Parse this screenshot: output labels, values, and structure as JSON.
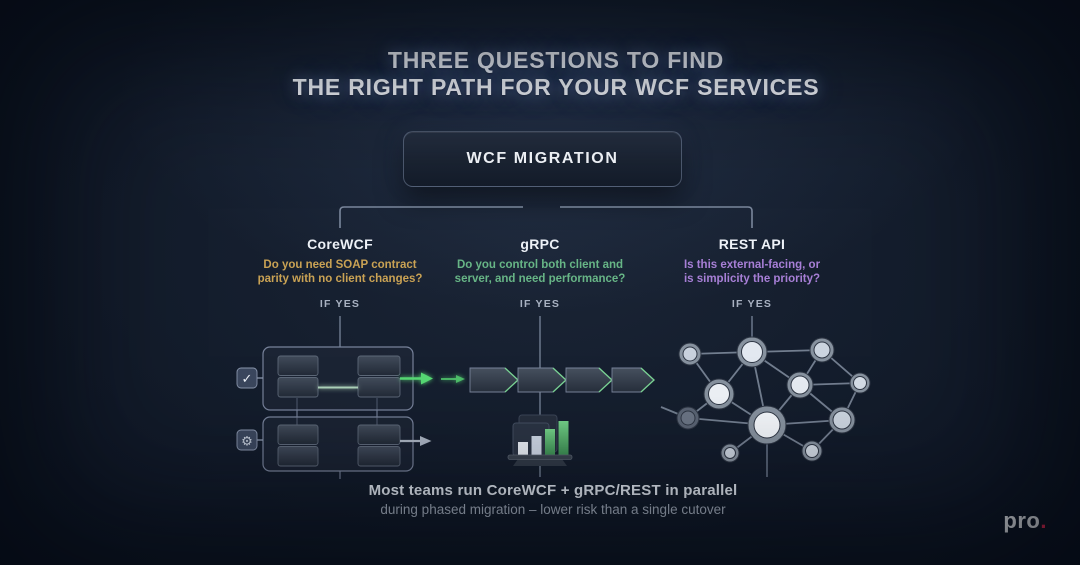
{
  "header": {
    "title_line1": "THREE QUESTIONS TO FIND",
    "title_line2": "THE RIGHT PATH FOR YOUR WCF SERVICES"
  },
  "root": {
    "label": "WCF MIGRATION"
  },
  "columns": [
    {
      "label": "CoreWCF",
      "question_line1": "Do you need SOAP contract",
      "question_line2": "parity with no client changes?",
      "condition": "IF YES",
      "accent_color": "#c9a254",
      "visual": "parallel-service-pipelines-diagram"
    },
    {
      "label": "gRPC",
      "question_line1": "Do you control both client and",
      "question_line2": "server, and need performance?",
      "condition": "IF YES",
      "accent_color": "#67b586",
      "visual": "chevron-pipeline-and-performance-chart"
    },
    {
      "label": "REST API",
      "question_line1": "Is this external-facing, or",
      "question_line2": "is simplicity the priority?",
      "condition": "IF YES",
      "accent_color": "#a77fd6",
      "visual": "network-graph"
    }
  ],
  "footer": {
    "line1": "Most teams run CoreWCF + gRPC/REST in parallel",
    "line2": "during phased migration – lower risk than a single cutover"
  },
  "brand": {
    "name": "pro",
    "dot": "."
  },
  "icons": {
    "check_glyph": "✓",
    "gear_glyph": "⚙"
  },
  "colors": {
    "background": "#121b2a",
    "accent_green": "#5fd478",
    "accent_amber": "#c9a254",
    "accent_purple": "#a77fd6",
    "connector_line": "#8c99ae",
    "brand_dot": "#ef2d56"
  }
}
